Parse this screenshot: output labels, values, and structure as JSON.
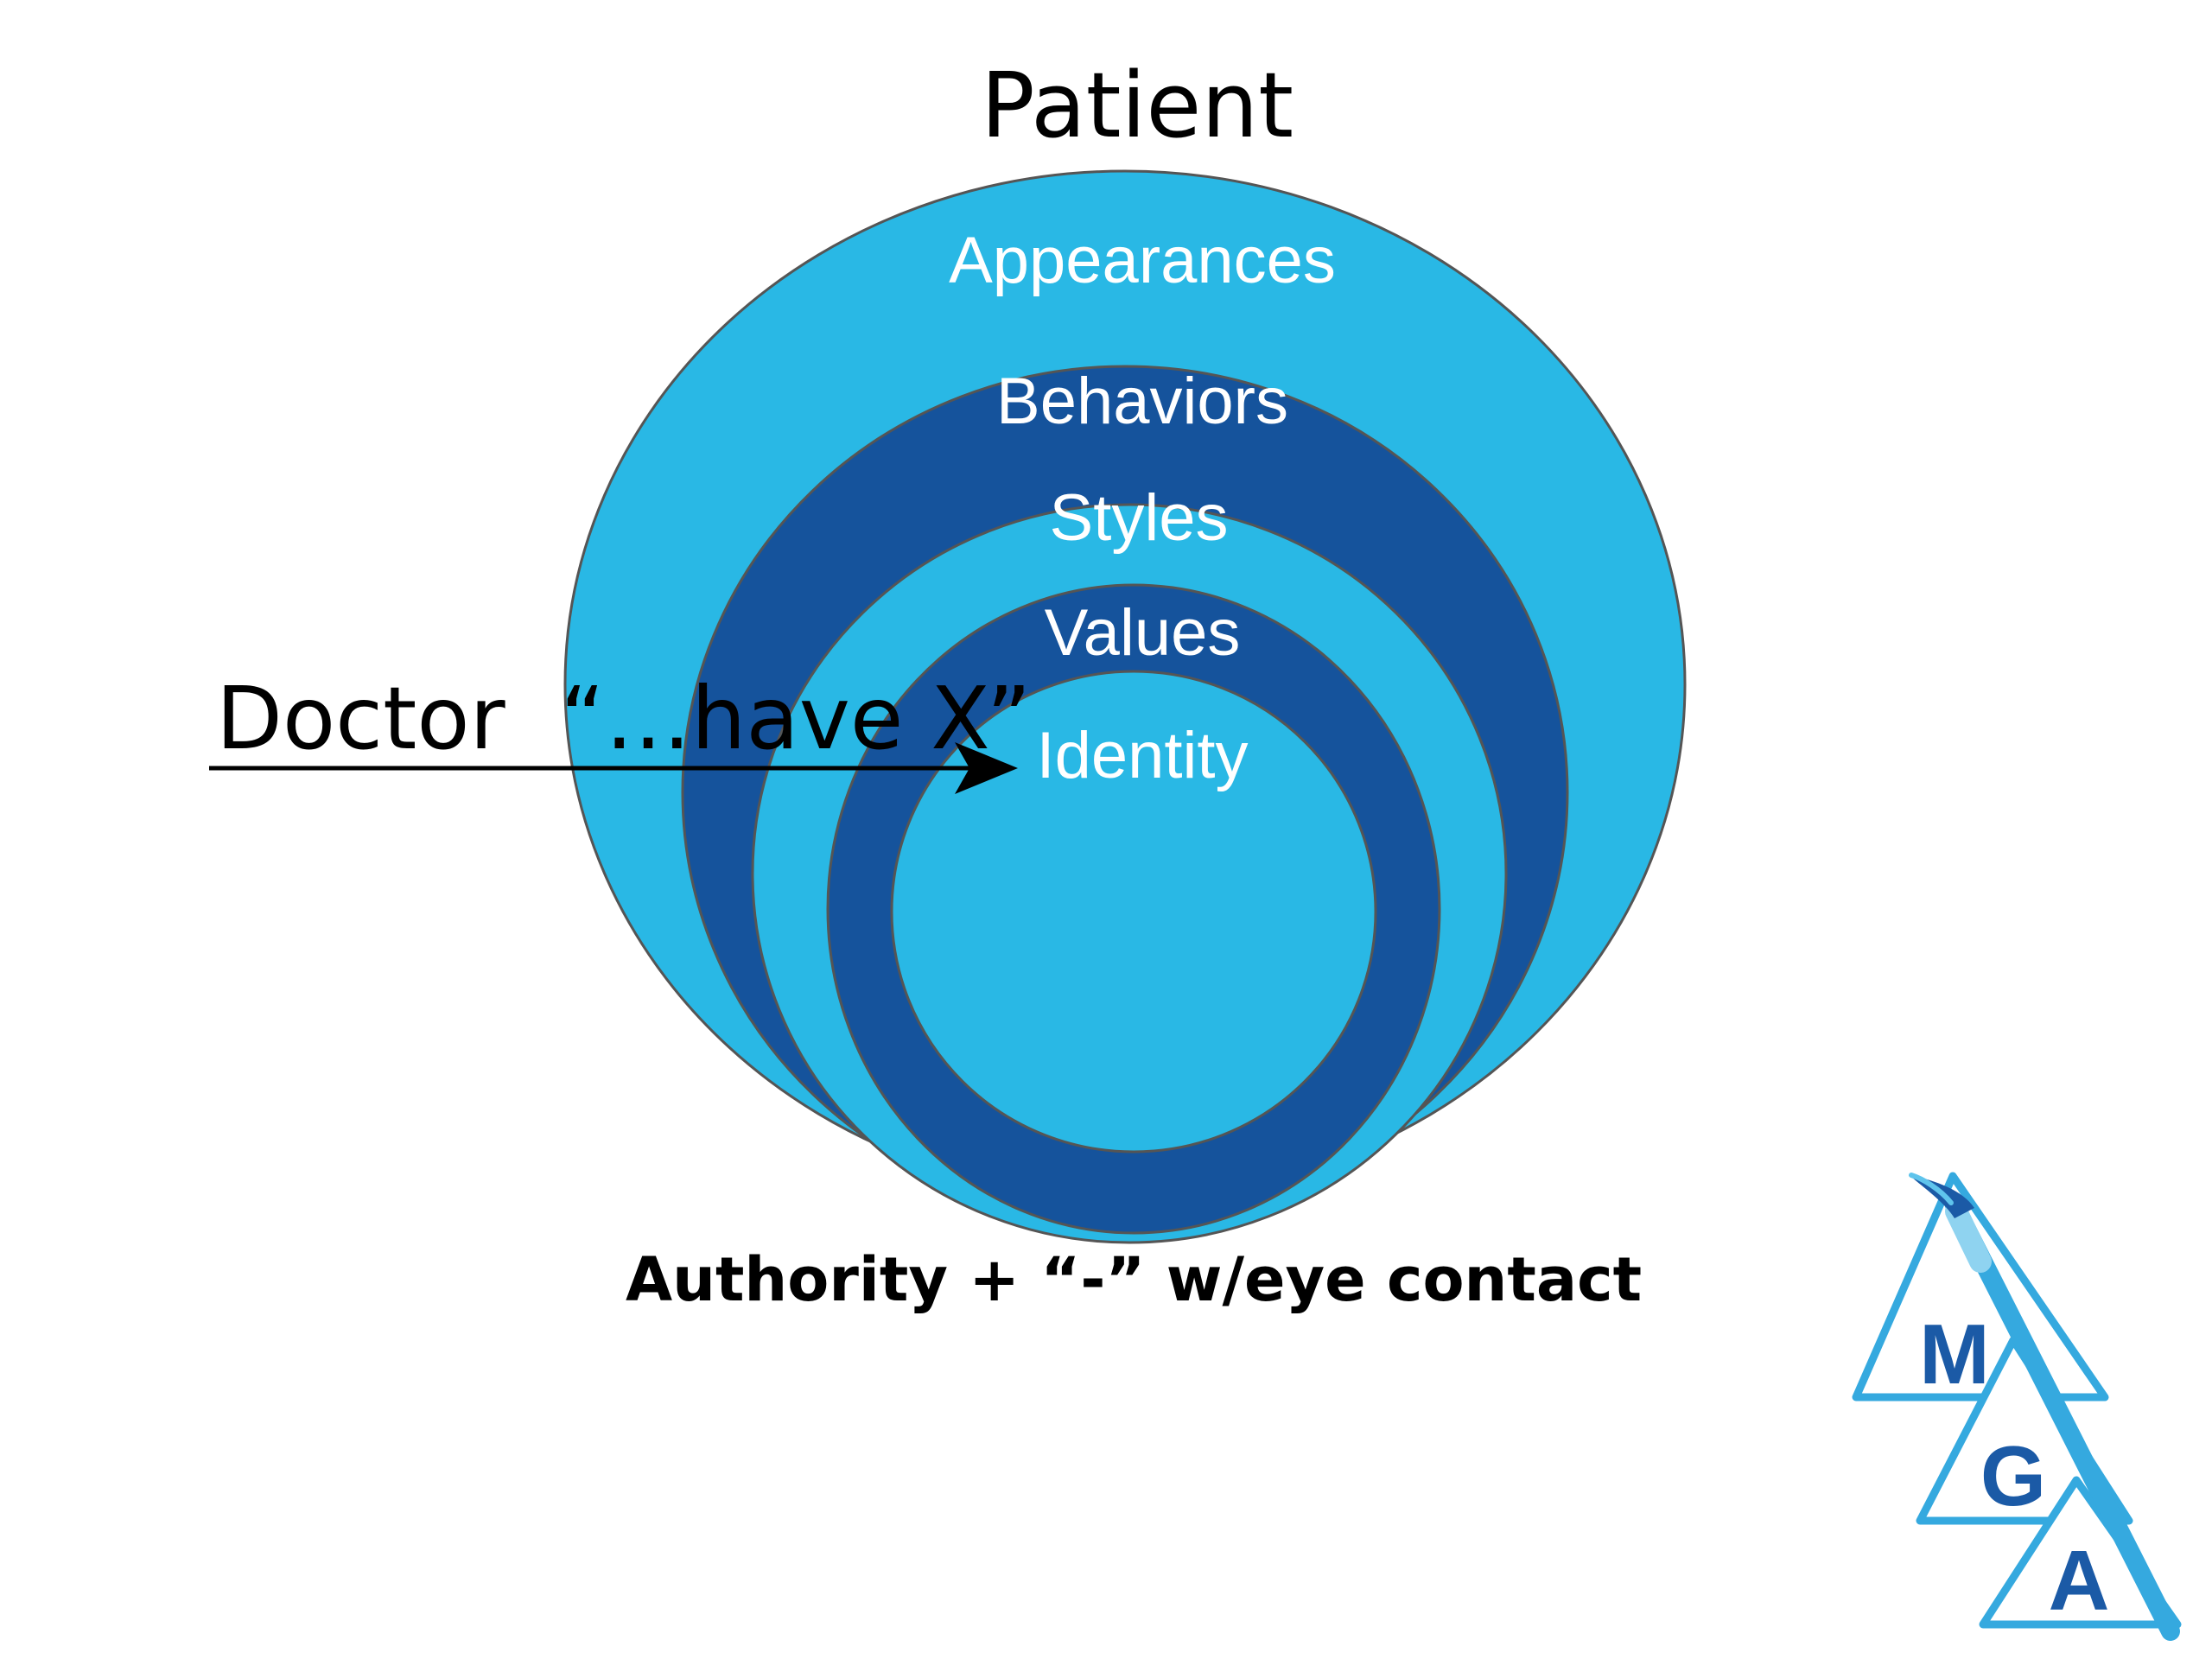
{
  "title": "Patient",
  "layers": [
    "Appearances",
    "Behaviors",
    "Styles",
    "Values",
    "Identity"
  ],
  "arrow_label": "Doctor  “…have X”",
  "caption": "Authority + “-” w/eye contact",
  "logo": {
    "letters": [
      "M",
      "G",
      "A"
    ],
    "icon": "paintbrush-icon"
  },
  "colors": {
    "light_blue": "#29B8E5",
    "dark_blue": "#15539C",
    "outline": "#555555",
    "logo_blue": "#1B5AA6",
    "logo_light": "#35A9DF",
    "text_dark": "#000000",
    "text_light": "#FFFFFF"
  }
}
